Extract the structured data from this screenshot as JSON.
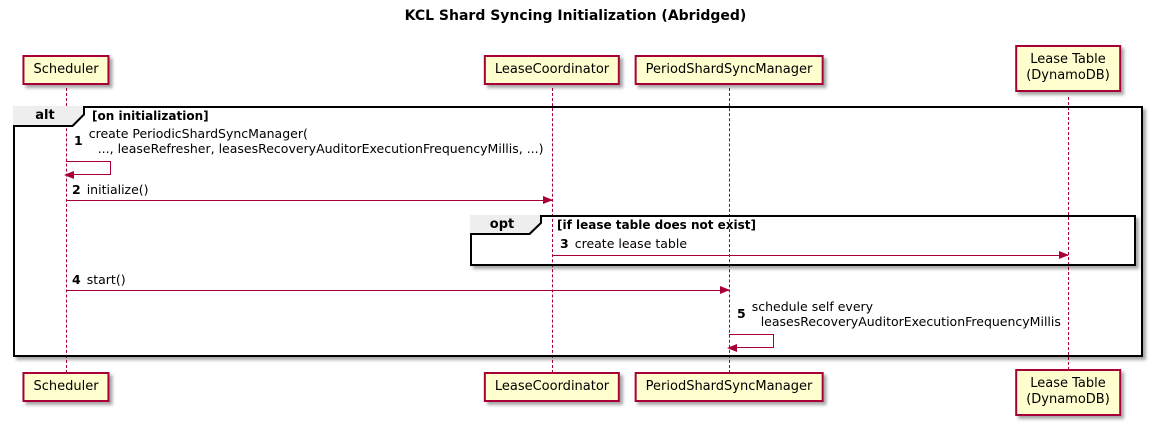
{
  "title": "KCL Shard Syncing Initialization (Abridged)",
  "participants": {
    "scheduler": "Scheduler",
    "lease_coordinator": "LeaseCoordinator",
    "period_shard_sync_manager": "PeriodShardSyncManager",
    "lease_table_line1": "Lease Table",
    "lease_table_line2": "(DynamoDB)"
  },
  "frames": {
    "alt": {
      "operator": "alt",
      "condition": "[on initialization]"
    },
    "opt": {
      "operator": "opt",
      "condition": "[if lease table does not exist]"
    }
  },
  "messages": {
    "m1": {
      "num": "1",
      "line1": "create PeriodicShardSyncManager(",
      "line2": "..., leaseRefresher, leasesRecoveryAuditorExecutionFrequencyMillis, ...)"
    },
    "m2": {
      "num": "2",
      "text": "initialize()"
    },
    "m3": {
      "num": "3",
      "text": "create lease table"
    },
    "m4": {
      "num": "4",
      "text": "start()"
    },
    "m5": {
      "num": "5",
      "line1": "schedule self every",
      "line2": "leasesRecoveryAuditorExecutionFrequencyMillis"
    }
  },
  "colors": {
    "participant_fill": "#FEFECE",
    "participant_border": "#A80036",
    "arrow_line": "#A80036",
    "frame_border": "#000000",
    "operator_fill": "#EEEEEE"
  }
}
